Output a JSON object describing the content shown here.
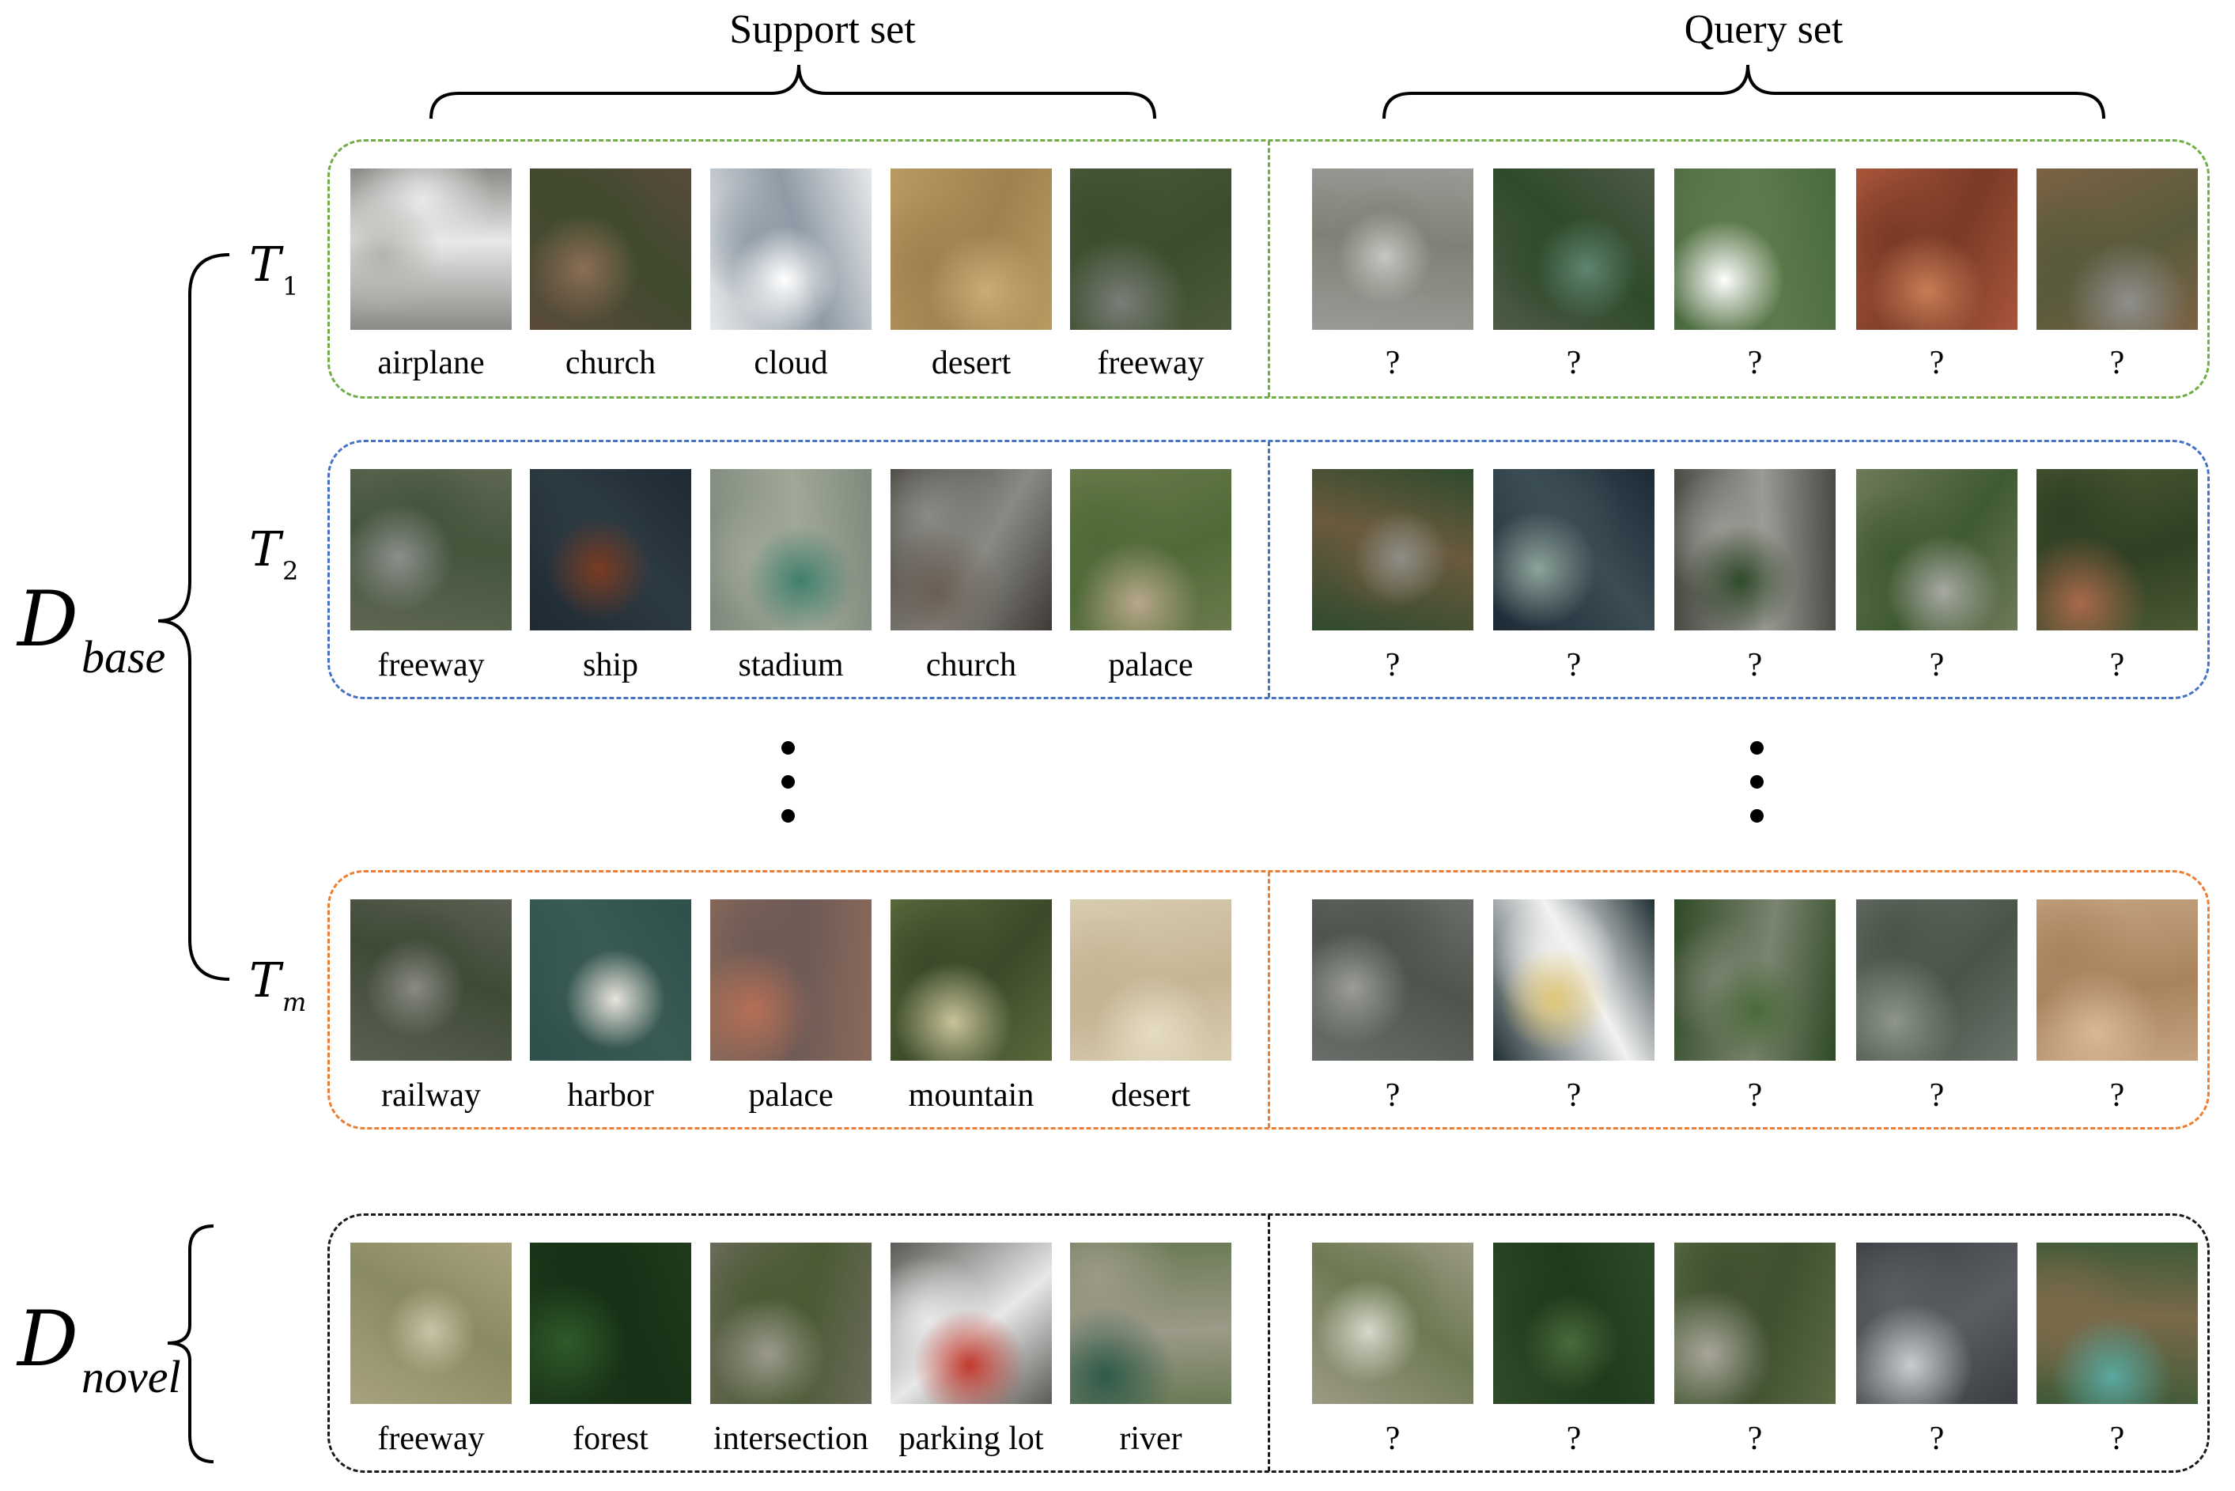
{
  "headers": {
    "support": "Support set",
    "query": "Query set"
  },
  "datasets": {
    "base": {
      "main": "D",
      "sub": "base"
    },
    "novel": {
      "main": "D",
      "sub": "novel"
    }
  },
  "tasks": [
    {
      "id": "t1",
      "symbol": "T",
      "sub": "1",
      "color": "#70ad47",
      "support": [
        {
          "label": "airplane",
          "image": "airplane-icon",
          "colors": [
            "#8a8a86",
            "#b5b3ad",
            "#e8e8e8"
          ]
        },
        {
          "label": "church",
          "image": "church-icon",
          "colors": [
            "#5a4a3c",
            "#8c6e56",
            "#3f4a2e"
          ]
        },
        {
          "label": "cloud",
          "image": "cloud-icon",
          "colors": [
            "#e6e8ea",
            "#ffffff",
            "#8e9aa5"
          ]
        },
        {
          "label": "desert",
          "image": "desert-icon",
          "colors": [
            "#b89a62",
            "#c9ad78",
            "#9e814f"
          ]
        },
        {
          "label": "freeway",
          "image": "freeway-icon",
          "colors": [
            "#4b5a3a",
            "#7a7d78",
            "#3a4d2c"
          ]
        }
      ],
      "query": [
        {
          "label": "?",
          "image": "airplane-icon",
          "colors": [
            "#9a9a96",
            "#c7c6c2",
            "#7e8276"
          ]
        },
        {
          "label": "?",
          "image": "church-icon",
          "colors": [
            "#4d5a47",
            "#5f8470",
            "#2f4a2a"
          ]
        },
        {
          "label": "?",
          "image": "cloud-icon",
          "colors": [
            "#4a6a3e",
            "#ffffff",
            "#5d7a4c"
          ]
        },
        {
          "label": "?",
          "image": "desert-icon",
          "colors": [
            "#a8553a",
            "#c97d57",
            "#7a3a26"
          ]
        },
        {
          "label": "?",
          "image": "freeway-icon",
          "colors": [
            "#7b6244",
            "#8e8e8c",
            "#5a5a3c"
          ]
        }
      ]
    },
    {
      "id": "t2",
      "symbol": "T",
      "sub": "2",
      "color": "#4472c4",
      "support": [
        {
          "label": "freeway",
          "image": "freeway-icon",
          "colors": [
            "#5e6652",
            "#8c8f8c",
            "#44553c"
          ]
        },
        {
          "label": "ship",
          "image": "ship-icon",
          "colors": [
            "#1f2a33",
            "#7a3b22",
            "#2c3a42"
          ]
        },
        {
          "label": "stadium",
          "image": "stadium-icon",
          "colors": [
            "#7e8a7c",
            "#3f7f6c",
            "#a1a898"
          ]
        },
        {
          "label": "church",
          "image": "church-icon",
          "colors": [
            "#3e3a36",
            "#6a5e54",
            "#8a8a84"
          ]
        },
        {
          "label": "palace",
          "image": "palace-icon",
          "colors": [
            "#6a7a4c",
            "#b8a78a",
            "#4f6a38"
          ]
        }
      ],
      "query": [
        {
          "label": "?",
          "image": "freeway-icon",
          "colors": [
            "#2f4a2e",
            "#8e8e86",
            "#6a5a3e"
          ]
        },
        {
          "label": "?",
          "image": "ship-icon",
          "colors": [
            "#1c2a36",
            "#8ea39a",
            "#3b4c54"
          ]
        },
        {
          "label": "?",
          "image": "stadium-icon",
          "colors": [
            "#4a4a44",
            "#2f4a2a",
            "#9c9a94"
          ]
        },
        {
          "label": "?",
          "image": "palace-icon",
          "colors": [
            "#6e7a5a",
            "#a7a9a2",
            "#3f5a32"
          ]
        },
        {
          "label": "?",
          "image": "palace-icon",
          "colors": [
            "#4a5a34",
            "#a8694a",
            "#2f3f24"
          ]
        }
      ]
    },
    {
      "id": "tm",
      "symbol": "T",
      "sub": "m",
      "color": "#ed7d31",
      "support": [
        {
          "label": "railway",
          "image": "railway-icon",
          "colors": [
            "#5a6052",
            "#8a8a84",
            "#3f4a36"
          ]
        },
        {
          "label": "harbor",
          "image": "harbor-icon",
          "colors": [
            "#2f4f4a",
            "#e8e4dc",
            "#3a5a54"
          ]
        },
        {
          "label": "palace",
          "image": "palace-icon",
          "colors": [
            "#8a6a5a",
            "#b56f55",
            "#6e5a56"
          ]
        },
        {
          "label": "mountain",
          "image": "mountain-icon",
          "colors": [
            "#5a6a3c",
            "#c9c39a",
            "#3a4a2a"
          ]
        },
        {
          "label": "desert",
          "image": "desert-icon",
          "colors": [
            "#d8ccb0",
            "#e6dcc4",
            "#c4b594"
          ]
        }
      ],
      "query": [
        {
          "label": "?",
          "image": "railway-icon",
          "colors": [
            "#6a6e6a",
            "#9a9c98",
            "#4f544c"
          ]
        },
        {
          "label": "?",
          "image": "harbor-icon",
          "colors": [
            "#1f2f33",
            "#e0c87a",
            "#f2f2f2"
          ]
        },
        {
          "label": "?",
          "image": "palace-icon",
          "colors": [
            "#2f4a26",
            "#4a6a3a",
            "#7a8470"
          ]
        },
        {
          "label": "?",
          "image": "mountain-icon",
          "colors": [
            "#6a726a",
            "#8e968a",
            "#4a5448"
          ]
        },
        {
          "label": "?",
          "image": "desert-icon",
          "colors": [
            "#c4a27e",
            "#d8b896",
            "#a8835e"
          ]
        }
      ]
    },
    {
      "id": "novel",
      "symbol": "",
      "sub": "",
      "color": "#1a1a1a",
      "support": [
        {
          "label": "freeway",
          "image": "airport-icon",
          "colors": [
            "#a8a27e",
            "#c9c4a8",
            "#8a8a62"
          ]
        },
        {
          "label": "forest",
          "image": "forest-icon",
          "colors": [
            "#1f3a1c",
            "#2f5a2a",
            "#173016"
          ]
        },
        {
          "label": "intersection",
          "image": "intersection-icon",
          "colors": [
            "#6a6a5a",
            "#9c9a8c",
            "#4a5a34"
          ]
        },
        {
          "label": "parking lot",
          "image": "parking-lot-icon",
          "colors": [
            "#5a5a56",
            "#c23a2e",
            "#e8e8e8"
          ]
        },
        {
          "label": "river",
          "image": "river-icon",
          "colors": [
            "#6a7a56",
            "#2f5a4a",
            "#9c9a88"
          ]
        }
      ],
      "query": [
        {
          "label": "?",
          "image": "airport-icon",
          "colors": [
            "#9c9a84",
            "#d8d8cc",
            "#6e7a54"
          ]
        },
        {
          "label": "?",
          "image": "forest-icon",
          "colors": [
            "#2f4a2a",
            "#4a6a3c",
            "#1f3a1c"
          ]
        },
        {
          "label": "?",
          "image": "intersection-icon",
          "colors": [
            "#5a6a44",
            "#a8a69a",
            "#3f5030"
          ]
        },
        {
          "label": "?",
          "image": "parking-lot-icon",
          "colors": [
            "#3a3e42",
            "#c8ccd0",
            "#5a5e62"
          ]
        },
        {
          "label": "?",
          "image": "river-icon",
          "colors": [
            "#3f5a38",
            "#5aa8a0",
            "#7a6a4a"
          ]
        }
      ]
    }
  ]
}
